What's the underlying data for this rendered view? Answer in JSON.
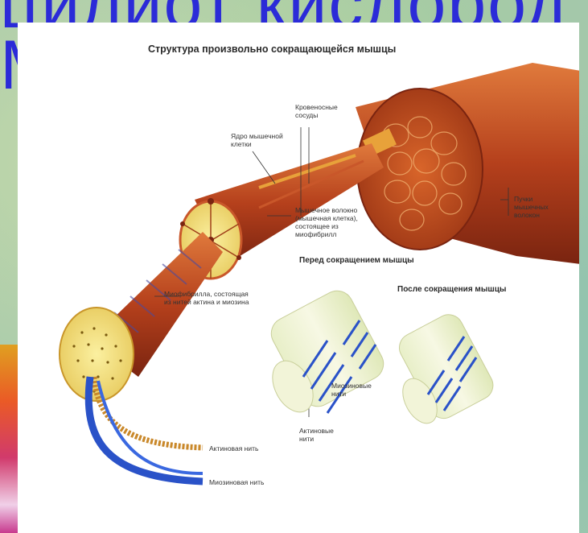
{
  "background": {
    "title_fragment": "цилиот кислород",
    "title_fragment_2": "М"
  },
  "diagram": {
    "title": "Структура произвольно сокращающейся мышцы",
    "labels": {
      "blood_vessels": "Кровеносные\nсосуды",
      "nucleus": "Ядро мышечной\nклетки",
      "muscle_fiber": "Мышечное волокно\n(мышечная клетка),\nсостоящее из\nмиофибрилл",
      "bundles": "Пучки\nмышечных\nволокон",
      "myofibril": "Миофибрилла, состоящая\nиз нитей актина и миозина",
      "actin_thread": "Актиновая нить",
      "myosin_thread": "Миозиновая нить",
      "myosin_filaments": "Миозиновые\nнити",
      "actin_filaments": "Актиновые\nнити"
    },
    "before_contraction": "Перед сокращением мышцы",
    "after_contraction": "После сокращения мышцы"
  },
  "colors": {
    "title_blue": "#2b2bd8",
    "muscle_red": "#b5401c",
    "fiber_yellow": "#f0dc78",
    "myosin_blue": "#2a52c8"
  }
}
